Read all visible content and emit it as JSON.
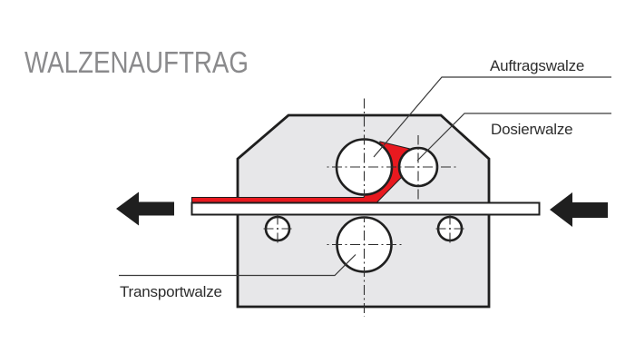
{
  "title": "WALZENAUFTRAG",
  "diagram": {
    "labels": {
      "auftragswalze": "Auftragswalze",
      "dosierwalze": "Dosierwalze",
      "transportwalze": "Transportwalze"
    }
  },
  "colors": {
    "background": "#ffffff",
    "body_fill": "#e7e7e9",
    "outline": "#1f1f1f",
    "thin_line": "#2f2f2f",
    "leader_line": "#3a3a3a",
    "coating_red": "#e8191f",
    "title_gray": "#8a8a8c",
    "label_text": "#2d2d2d"
  }
}
